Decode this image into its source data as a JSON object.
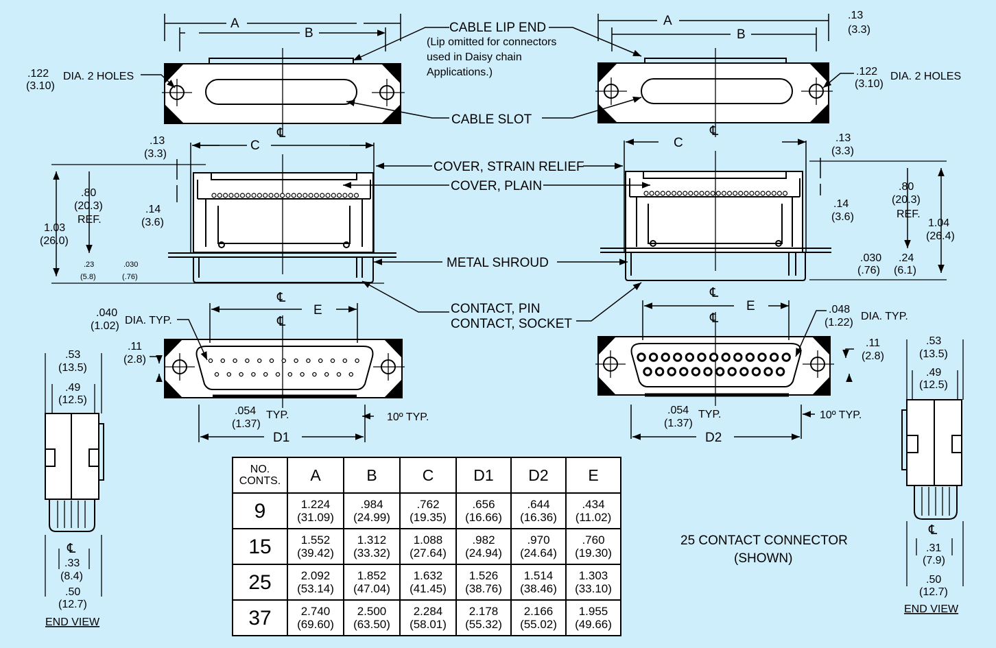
{
  "colors": {
    "background": "#cfeefb",
    "line": "#000000",
    "table_bg": "#ffffff"
  },
  "callouts": {
    "cable_lip_end": "CABLE LIP END",
    "lip_note_1": "(Lip omitted for connectors",
    "lip_note_2": "used in Daisy chain",
    "lip_note_3": "Applications.)",
    "cable_slot": "CABLE SLOT",
    "cover_strain_relief": "COVER, STRAIN RELIEF",
    "cover_plain": "COVER, PLAIN",
    "metal_shroud": "METAL SHROUD",
    "contact_pin": "CONTACT, PIN",
    "contact_socket": "CONTACT, SOCKET",
    "connector_shown_1": "25 CONTACT CONNECTOR",
    "connector_shown_2": "(SHOWN)"
  },
  "centerline": "℄",
  "letters": {
    "a": "A",
    "b": "B",
    "c": "C",
    "d1": "D1",
    "d2": "D2",
    "e": "E"
  },
  "dims": {
    "dia_122": ".122",
    "dia_122_mm": "(3.10)",
    "dia_2_holes": "DIA. 2 HOLES",
    "d13": ".13",
    "d13_mm": "(3.3)",
    "d14": ".14",
    "d14_mm": "(3.6)",
    "d80": ".80",
    "d80_mm": "(20.3)",
    "ref": "REF.",
    "d103": "1.03",
    "d103_mm": "(26.0)",
    "d104": "1.04",
    "d104_mm": "(26.4)",
    "d23": ".23",
    "d23_mm": "(5.8)",
    "d030": ".030",
    "d030_mm": "(.76)",
    "d24": ".24",
    "d24_mm": "(6.1)",
    "d040": ".040",
    "d040_mm": "(1.02)",
    "dia_typ": "DIA. TYP.",
    "d048": ".048",
    "d048_mm": "(1.22)",
    "d11": ".11",
    "d11_mm": "(2.8)",
    "d054": ".054",
    "d054_mm": "(1.37)",
    "typ": "TYP.",
    "ten_deg": "10º TYP.",
    "d53": ".53",
    "d53_mm": "(13.5)",
    "d49": ".49",
    "d49_mm": "(12.5)",
    "d33": ".33",
    "d33_mm": "(8.4)",
    "d50": ".50",
    "d50_mm": "(12.7)",
    "d31": ".31",
    "d31_mm": "(7.9)",
    "end_view": "END VIEW"
  },
  "table": {
    "headers": [
      "NO. CONTS.",
      "A",
      "B",
      "C",
      "D1",
      "D2",
      "E"
    ],
    "header_nc_1": "NO.",
    "header_nc_2": "CONTS.",
    "rows": [
      {
        "n": "9",
        "cells": [
          [
            "1.224",
            "(31.09)"
          ],
          [
            ".984",
            "(24.99)"
          ],
          [
            ".762",
            "(19.35)"
          ],
          [
            ".656",
            "(16.66)"
          ],
          [
            ".644",
            "(16.36)"
          ],
          [
            ".434",
            "(11.02)"
          ]
        ]
      },
      {
        "n": "15",
        "cells": [
          [
            "1.552",
            "(39.42)"
          ],
          [
            "1.312",
            "(33.32)"
          ],
          [
            "1.088",
            "(27.64)"
          ],
          [
            ".982",
            "(24.94)"
          ],
          [
            ".970",
            "(24.64)"
          ],
          [
            ".760",
            "(19.30)"
          ]
        ]
      },
      {
        "n": "25",
        "cells": [
          [
            "2.092",
            "(53.14)"
          ],
          [
            "1.852",
            "(47.04)"
          ],
          [
            "1.632",
            "(41.45)"
          ],
          [
            "1.526",
            "(38.76)"
          ],
          [
            "1.514",
            "(38.46)"
          ],
          [
            "1.303",
            "(33.10)"
          ]
        ]
      },
      {
        "n": "37",
        "cells": [
          [
            "2.740",
            "(69.60)"
          ],
          [
            "2.500",
            "(63.50)"
          ],
          [
            "2.284",
            "(58.01)"
          ],
          [
            "2.178",
            "(55.32)"
          ],
          [
            "2.166",
            "(55.02)"
          ],
          [
            "1.955",
            "(49.66)"
          ]
        ]
      }
    ]
  }
}
